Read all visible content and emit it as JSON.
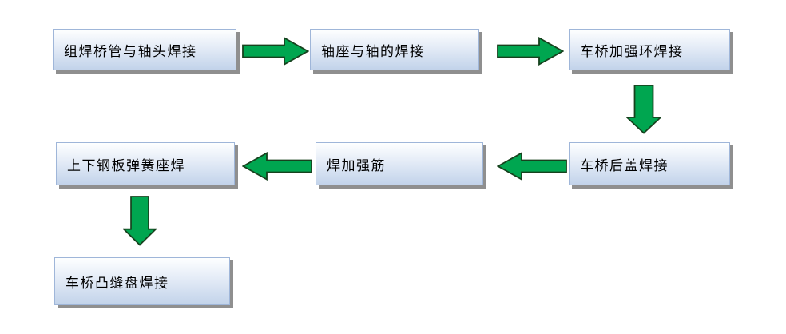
{
  "boxes": [
    {
      "id": "step1",
      "label": "组焊桥管与轴头焊接"
    },
    {
      "id": "step2",
      "label": "轴座与轴的焊接"
    },
    {
      "id": "step3",
      "label": "车桥加强环焊接"
    },
    {
      "id": "step4",
      "label": "车桥后盖焊接"
    },
    {
      "id": "step5",
      "label": "焊加强筋"
    },
    {
      "id": "step6",
      "label": "上下钢板弹簧座焊"
    },
    {
      "id": "step7",
      "label": "车桥凸缝盘焊接"
    }
  ],
  "arrows": [
    {
      "direction": "right",
      "from": "step1",
      "to": "step2"
    },
    {
      "direction": "right",
      "from": "step2",
      "to": "step3"
    },
    {
      "direction": "down",
      "from": "step3",
      "to": "step4"
    },
    {
      "direction": "left",
      "from": "step4",
      "to": "step5"
    },
    {
      "direction": "left",
      "from": "step5",
      "to": "step6"
    },
    {
      "direction": "down",
      "from": "step6",
      "to": "step7"
    }
  ],
  "colors": {
    "arrow_fill": "#00A650",
    "arrow_outline": "#17421E",
    "box_border": "#9FB6D9",
    "box_fill_top": "#FEFFFF",
    "box_fill_mid": "#E2EAF6",
    "box_fill_bottom": "#C2D3EA",
    "box_shadow": "#8F8F8F",
    "text": "#000000",
    "background": "#FFFFFF"
  }
}
